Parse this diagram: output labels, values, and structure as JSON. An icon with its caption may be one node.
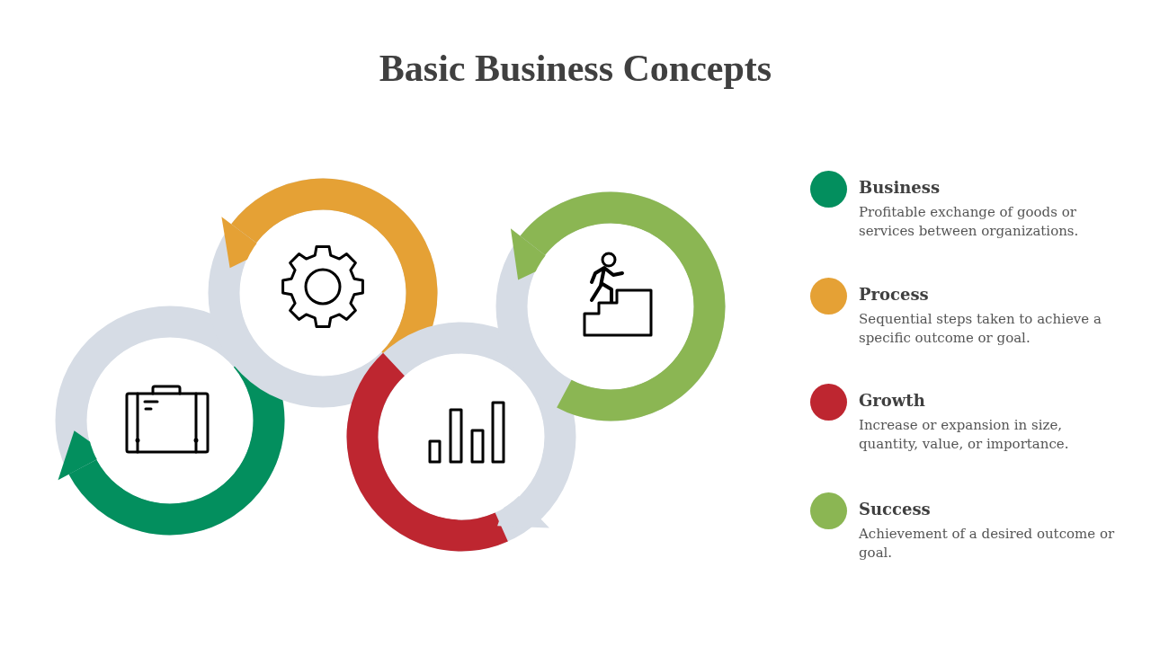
{
  "diagram": {
    "title": "Basic Business Concepts",
    "legend": [
      {
        "text": "Business",
        "color": "#038f5e"
      },
      {
        "text": "Process",
        "color": "#e5a135"
      },
      {
        "text": "Growth",
        "color": "#be2630"
      },
      {
        "text": "Success",
        "color": "#8bb653"
      }
    ],
    "labels": [
      "Profitable exchange of goods or services between organizations.",
      "Sequential steps taken to achieve a specific outcome or goal.",
      "Increase or expansion in size, quantity, value, or importance.",
      "Achievement of a desired outcome or goal."
    ]
  }
}
